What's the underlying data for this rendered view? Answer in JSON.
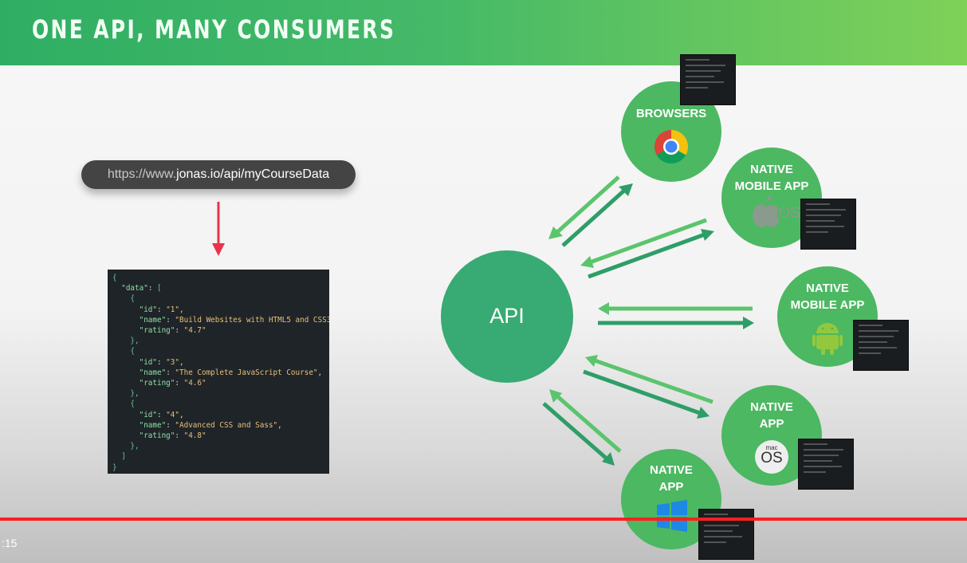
{
  "slide": {
    "title": "ONE API, MANY CONSUMERS",
    "url": {
      "prefix": "https://www.",
      "bold": "jonas.io/api/myCourseData"
    },
    "colors": {
      "header_start": "#2fae63",
      "header_end": "#7fd158",
      "api_node": "#38aa73",
      "consumer_node": "#4cb862",
      "arrow_light": "#5bc46d",
      "arrow_dark": "#2e9e68",
      "url_arrow": "#e8334a"
    }
  },
  "json_response": {
    "data_key": "data",
    "courses": [
      {
        "id": "1",
        "name": "Build Websites with HTML5 and CSS3",
        "rating": "4.7"
      },
      {
        "id": "3",
        "name": "The Complete JavaScript Course",
        "rating": "4.6"
      },
      {
        "id": "4",
        "name": "Advanced CSS and Sass",
        "rating": "4.8"
      }
    ]
  },
  "diagram": {
    "center": "API",
    "consumers": [
      {
        "line1": "BROWSERS",
        "line2": "",
        "icon": "chrome-icon"
      },
      {
        "line1": "NATIVE",
        "line2": "MOBILE APP",
        "icon": "apple-ios-icon",
        "icon_text": "iOS"
      },
      {
        "line1": "NATIVE",
        "line2": "MOBILE APP",
        "icon": "android-icon"
      },
      {
        "line1": "NATIVE",
        "line2": "APP",
        "icon": "macos-icon",
        "icon_small": "mac",
        "icon_big": "OS"
      },
      {
        "line1": "NATIVE",
        "line2": "APP",
        "icon": "windows-icon"
      }
    ]
  },
  "player": {
    "time": ":15",
    "progress": 1.0
  }
}
